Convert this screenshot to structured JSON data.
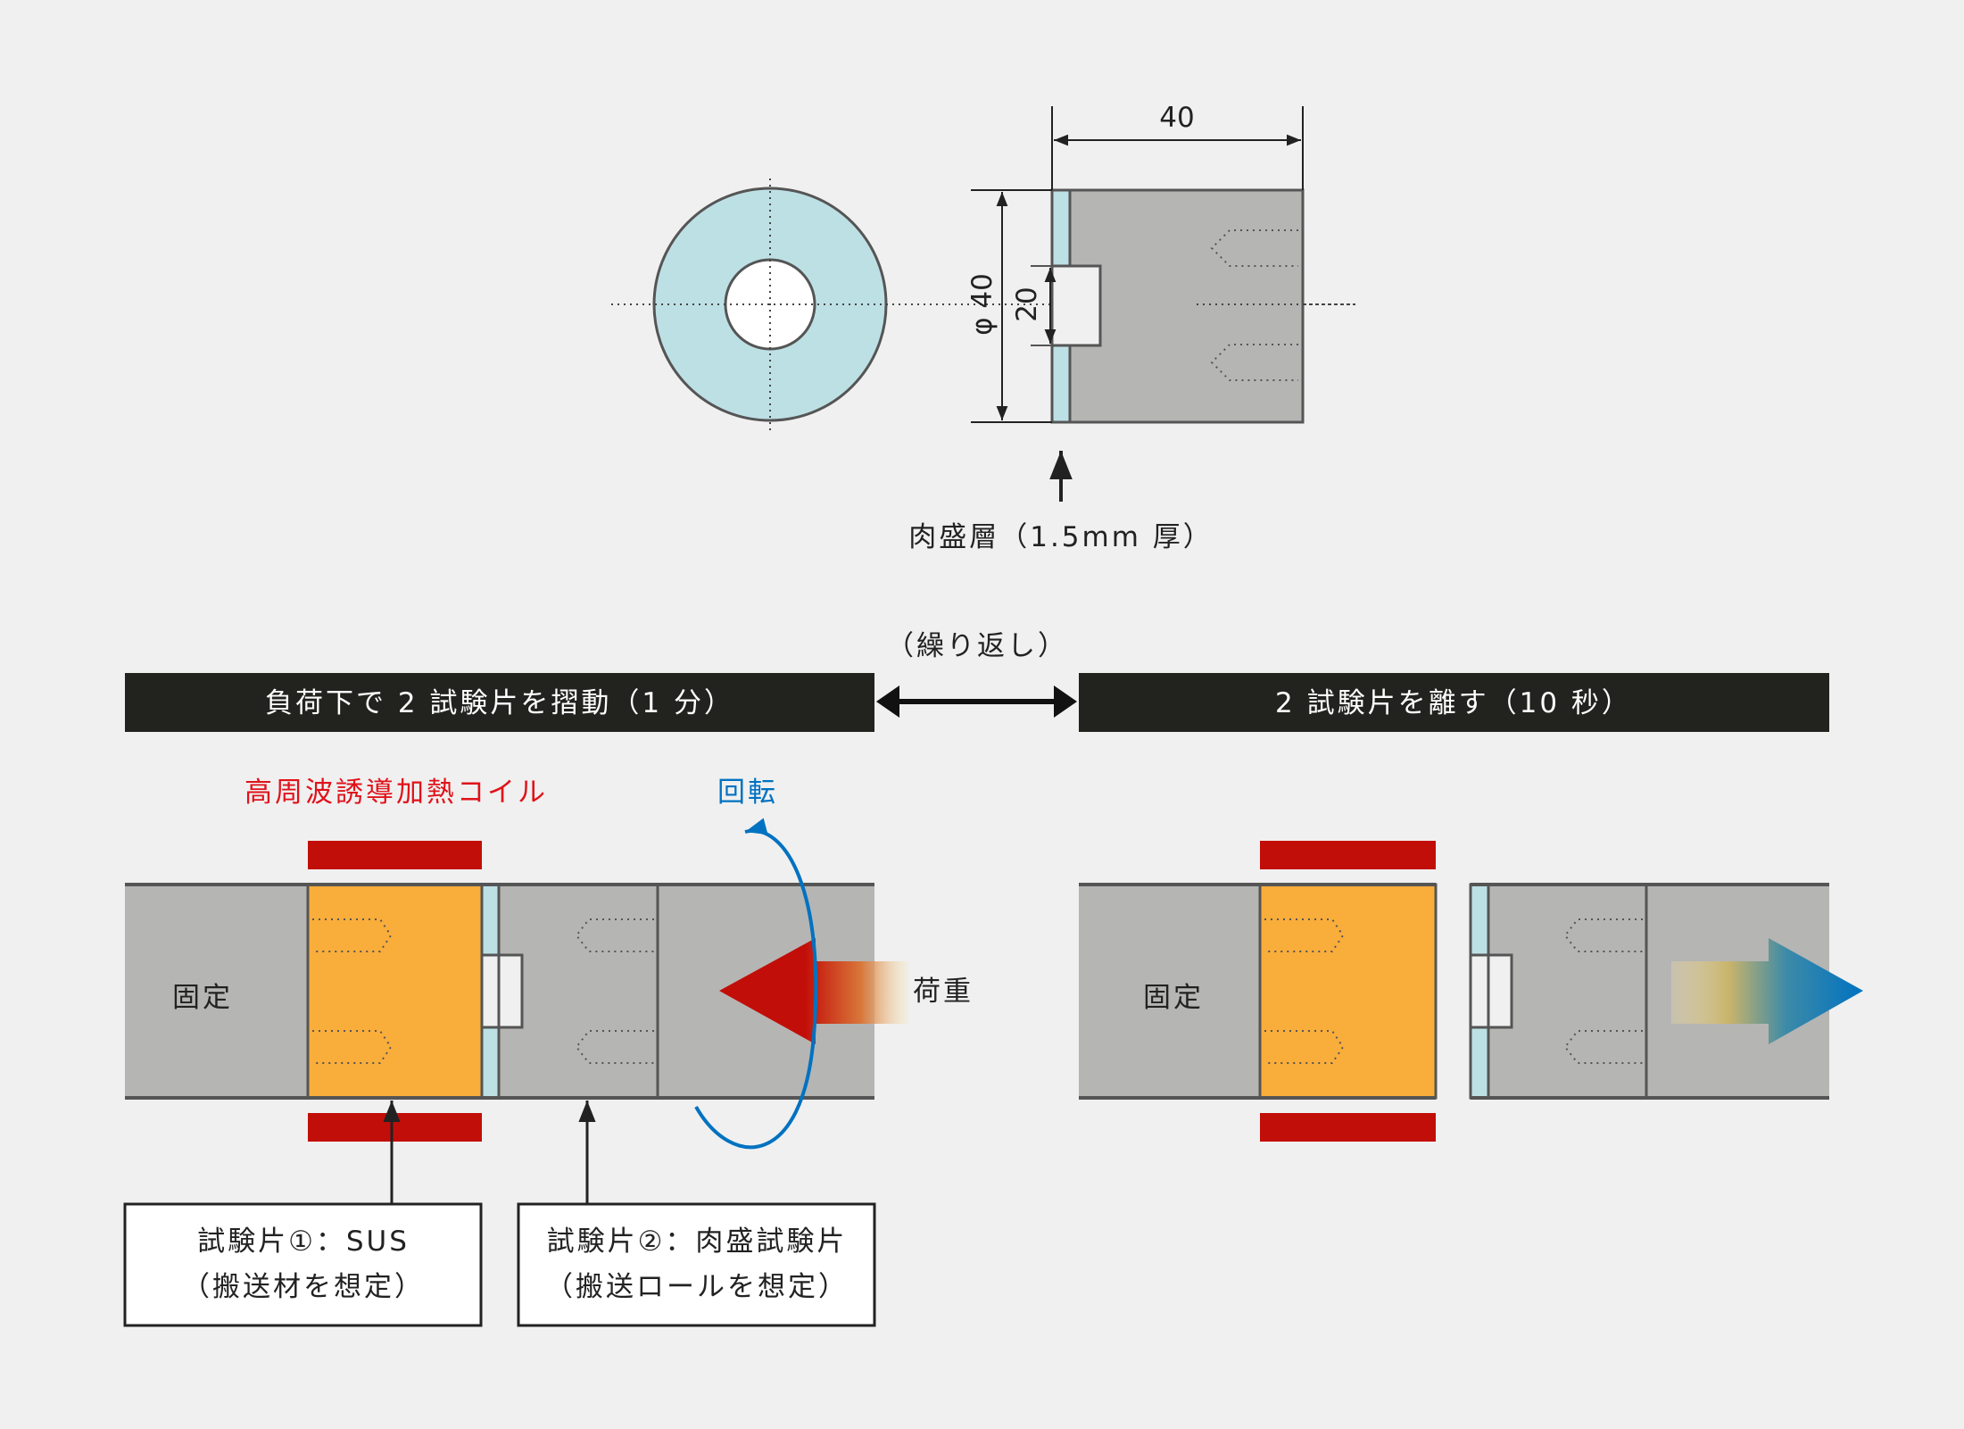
{
  "dimensions": {
    "length": "40",
    "diameter": "φ 40",
    "bore": "20"
  },
  "overlay_label": "肉盛層（1.5mm 厚）",
  "repeat_label": "（繰り返し）",
  "phase_left": "負荷下で 2 試験片を摺動（1 分）",
  "phase_right": "2 試験片を離す（10 秒）",
  "coil_label": "高周波誘導加熱コイル",
  "rotation_label": "回転",
  "load_label": "荷重",
  "fixed_label": "固定",
  "specimen1": {
    "line1": "試験片①：SUS",
    "line2": "（搬送材を想定）"
  },
  "specimen2": {
    "line1": "試験片②：肉盛試験片",
    "line2": "（搬送ロールを想定）"
  },
  "colors": {
    "coil": "#c20e08",
    "sus": "#f9ad3b",
    "overlay": "#bde0e5",
    "steel": "#b5b5b4",
    "rotation": "#0072c1",
    "bar": "#22221e"
  }
}
